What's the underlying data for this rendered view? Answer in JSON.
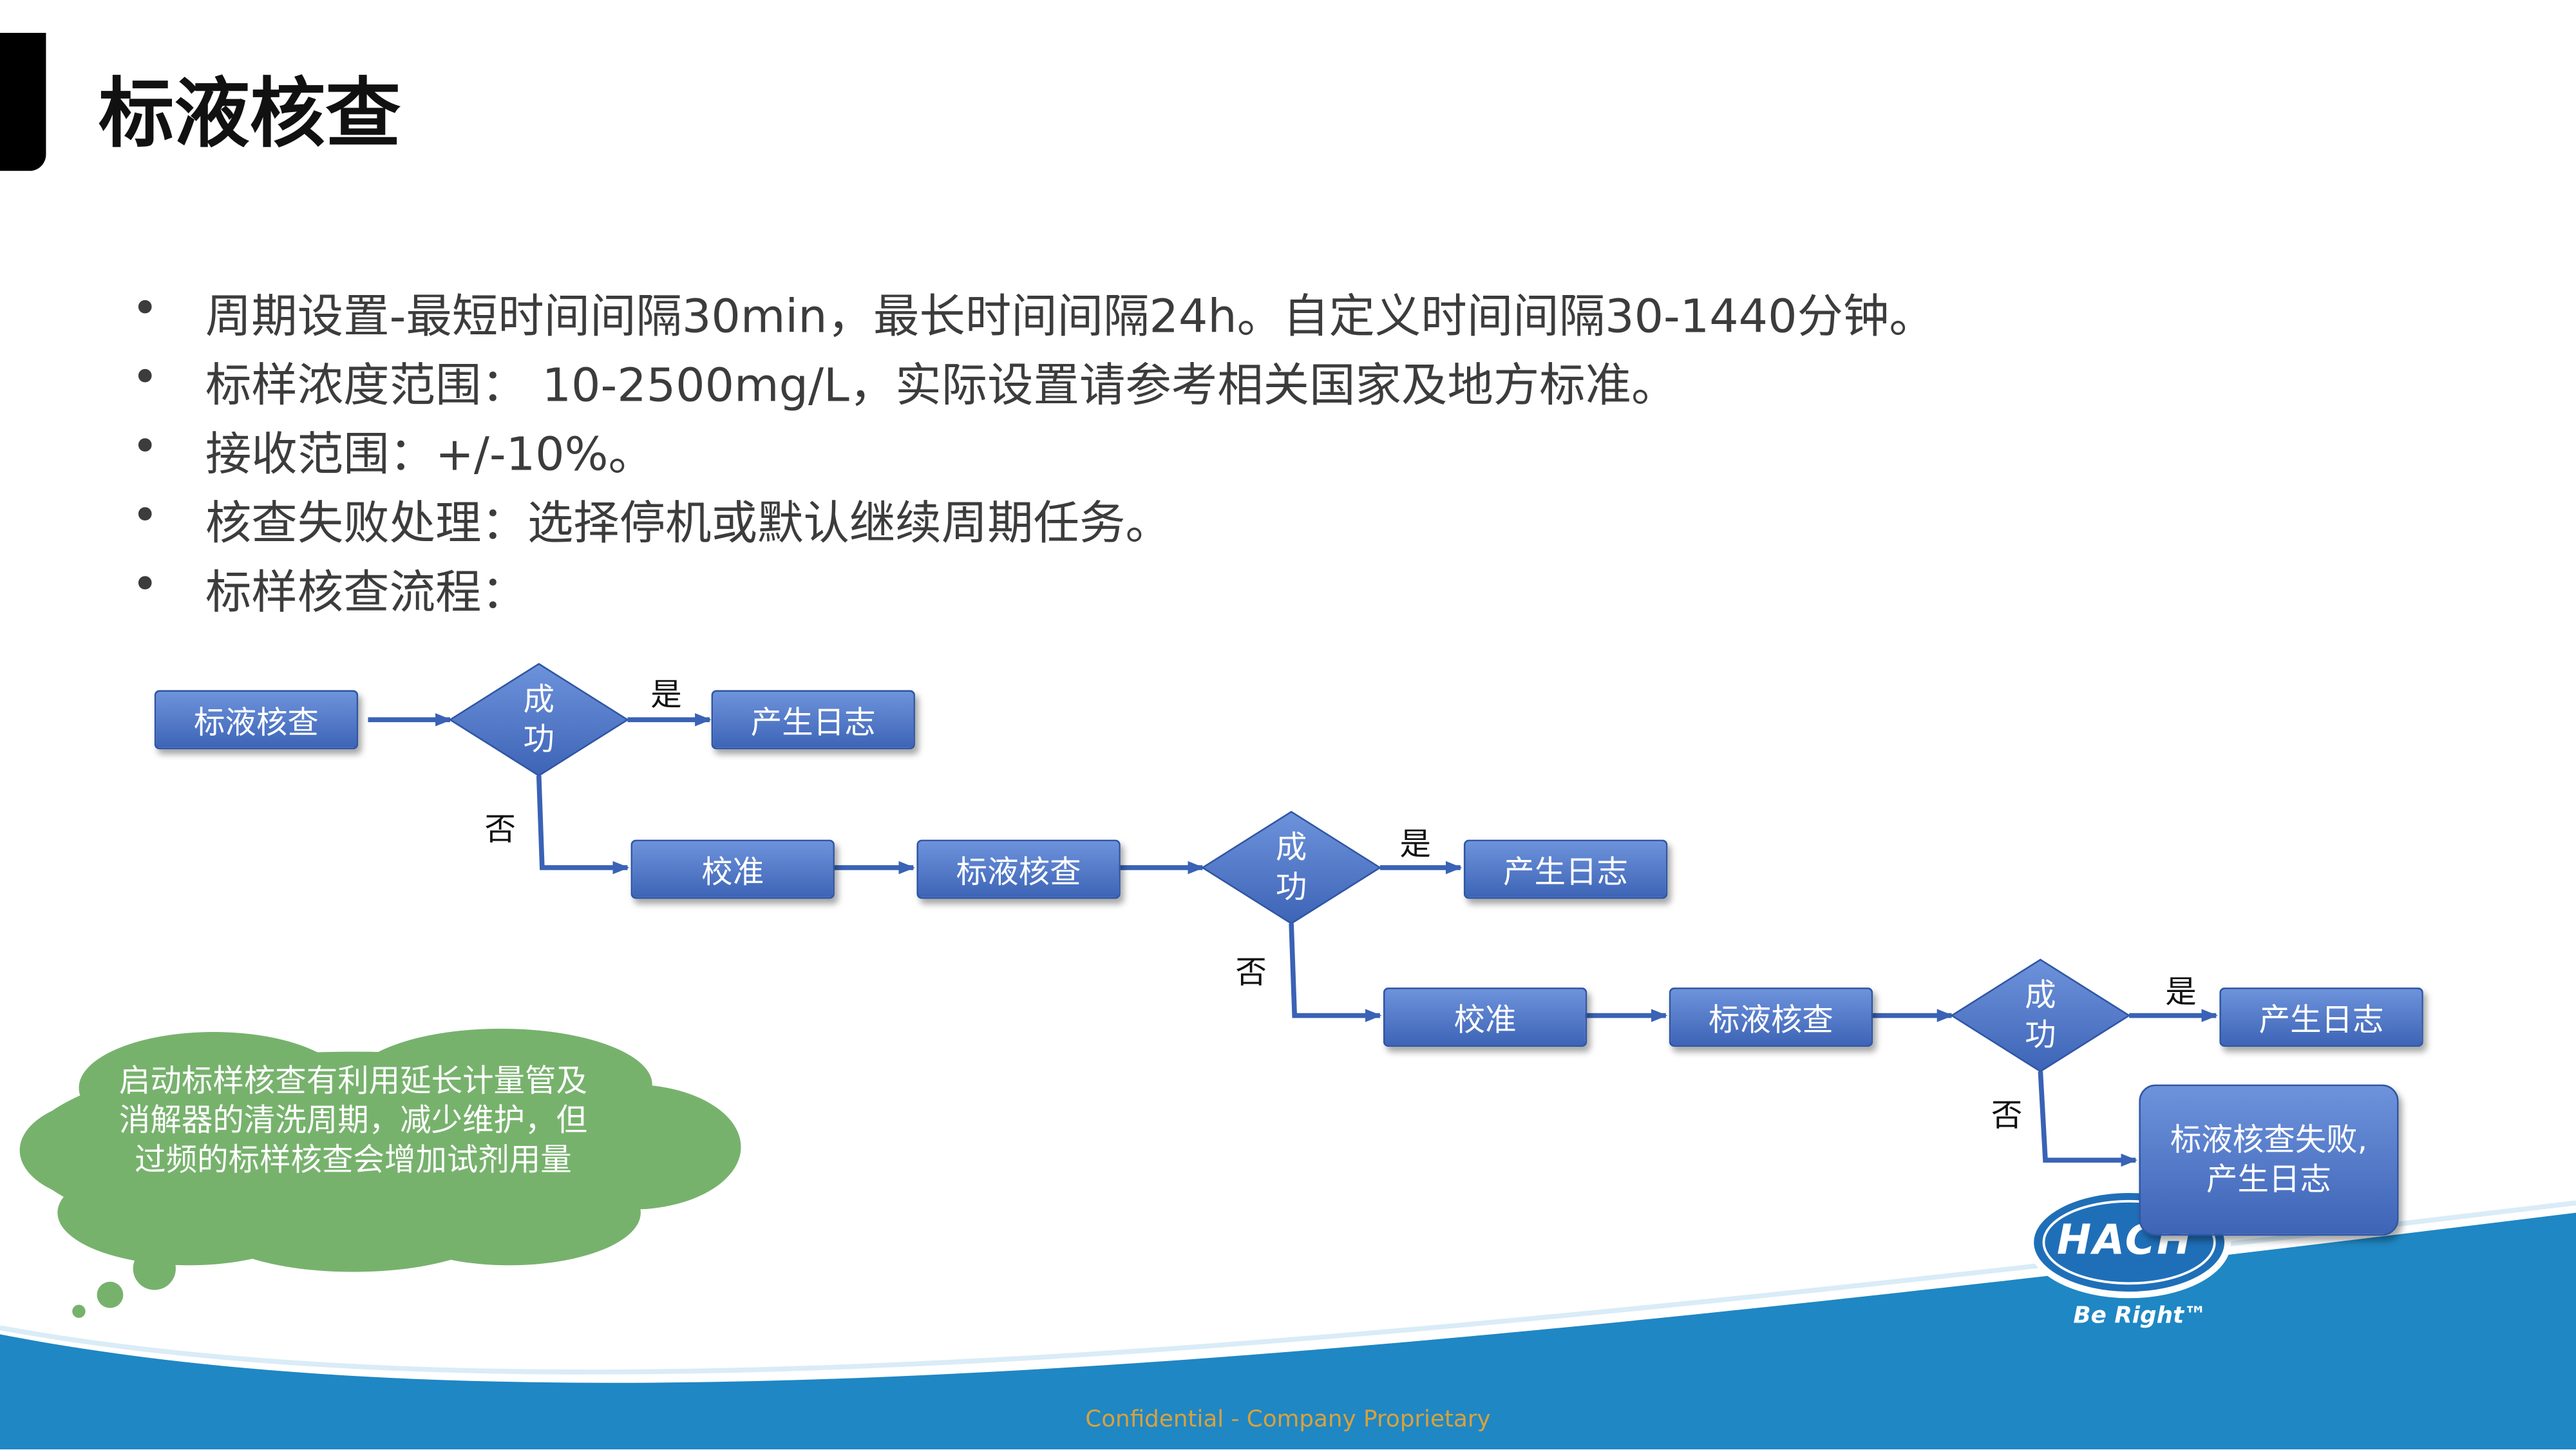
{
  "title": "标液核查",
  "bullets": [
    "周期设置-最短时间间隔30min，最长时间间隔24h。自定义时间间隔30-1440分钟。",
    "标样浓度范围： 10-2500mg/L，实际设置请参考相关国家及地方标准。",
    "接收范围：+/-10%。",
    "核查失败处理：选择停机或默认继续周期任务。",
    "标样核查流程："
  ],
  "bullet_symbol": "•",
  "flow": {
    "check": "标液核查",
    "calibrate": "校准",
    "success_1": "成",
    "success_2": "功",
    "yes": "是",
    "no": "否",
    "log": "产生日志",
    "fail_line1": "标液核查失败,",
    "fail_line2": "产生日志"
  },
  "cloud_note": "启动标样核查有利用延长计量管及消解器的清洗周期，减少维护，但过频的标样核查会增加试剂用量",
  "logo": {
    "word": "HACH",
    "tagline": "Be Right™"
  },
  "footer": "Confidential - Company Proprietary",
  "colors": {
    "box_fill": "#5177c9",
    "arrow": "#3a62b5",
    "cloud": "#77b26d",
    "wave": "#1f87c4",
    "footer_text": "#d8a23c"
  }
}
